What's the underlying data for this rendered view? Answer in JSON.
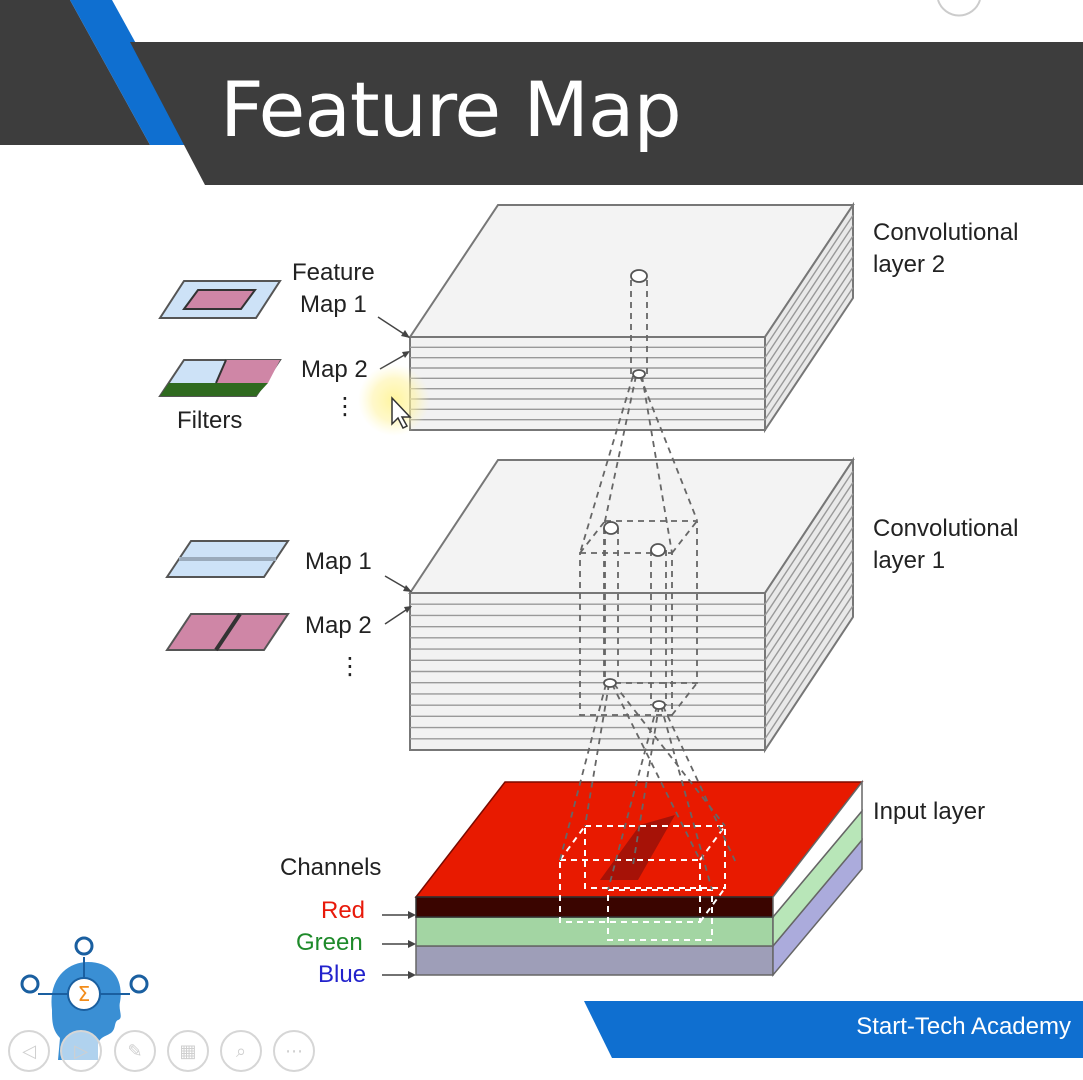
{
  "slide": {
    "title": "Feature Map",
    "brand": "Start-Tech Academy"
  },
  "diagram": {
    "conv2": {
      "label": "Convolutional\nlayer 2",
      "feature_map_label": "Feature\nMap 1",
      "map2_label": "Map 2",
      "filters_label": "Filters",
      "ellipsis": "⋮"
    },
    "conv1": {
      "label": "Convolutional\nlayer 1",
      "map1_label": "Map 1",
      "map2_label": "Map 2",
      "ellipsis": "⋮"
    },
    "input": {
      "label": "Input layer",
      "channels_label": "Channels",
      "channels": [
        {
          "name": "Red",
          "color": "#e8190a"
        },
        {
          "name": "Green",
          "color": "#1e8a2a"
        },
        {
          "name": "Blue",
          "color": "#2222cc"
        }
      ]
    }
  },
  "colors": {
    "header_bar": "#3d3d3d",
    "accent_blue": "#0f6fd0",
    "red_layer": "#e81a00",
    "green_layer": "#a8dfa8",
    "blue_layer": "#b0b0f0",
    "filter_blue": "#cde2f7",
    "filter_pink": "#cf86a6"
  },
  "controls": [
    {
      "name": "prev-slide-icon",
      "glyph": "◁"
    },
    {
      "name": "next-slide-icon",
      "glyph": "▷"
    },
    {
      "name": "pen-icon",
      "glyph": "✎"
    },
    {
      "name": "slides-grid-icon",
      "glyph": "▦"
    },
    {
      "name": "zoom-icon",
      "glyph": "⌕"
    },
    {
      "name": "more-options-icon",
      "glyph": "⋯"
    }
  ]
}
